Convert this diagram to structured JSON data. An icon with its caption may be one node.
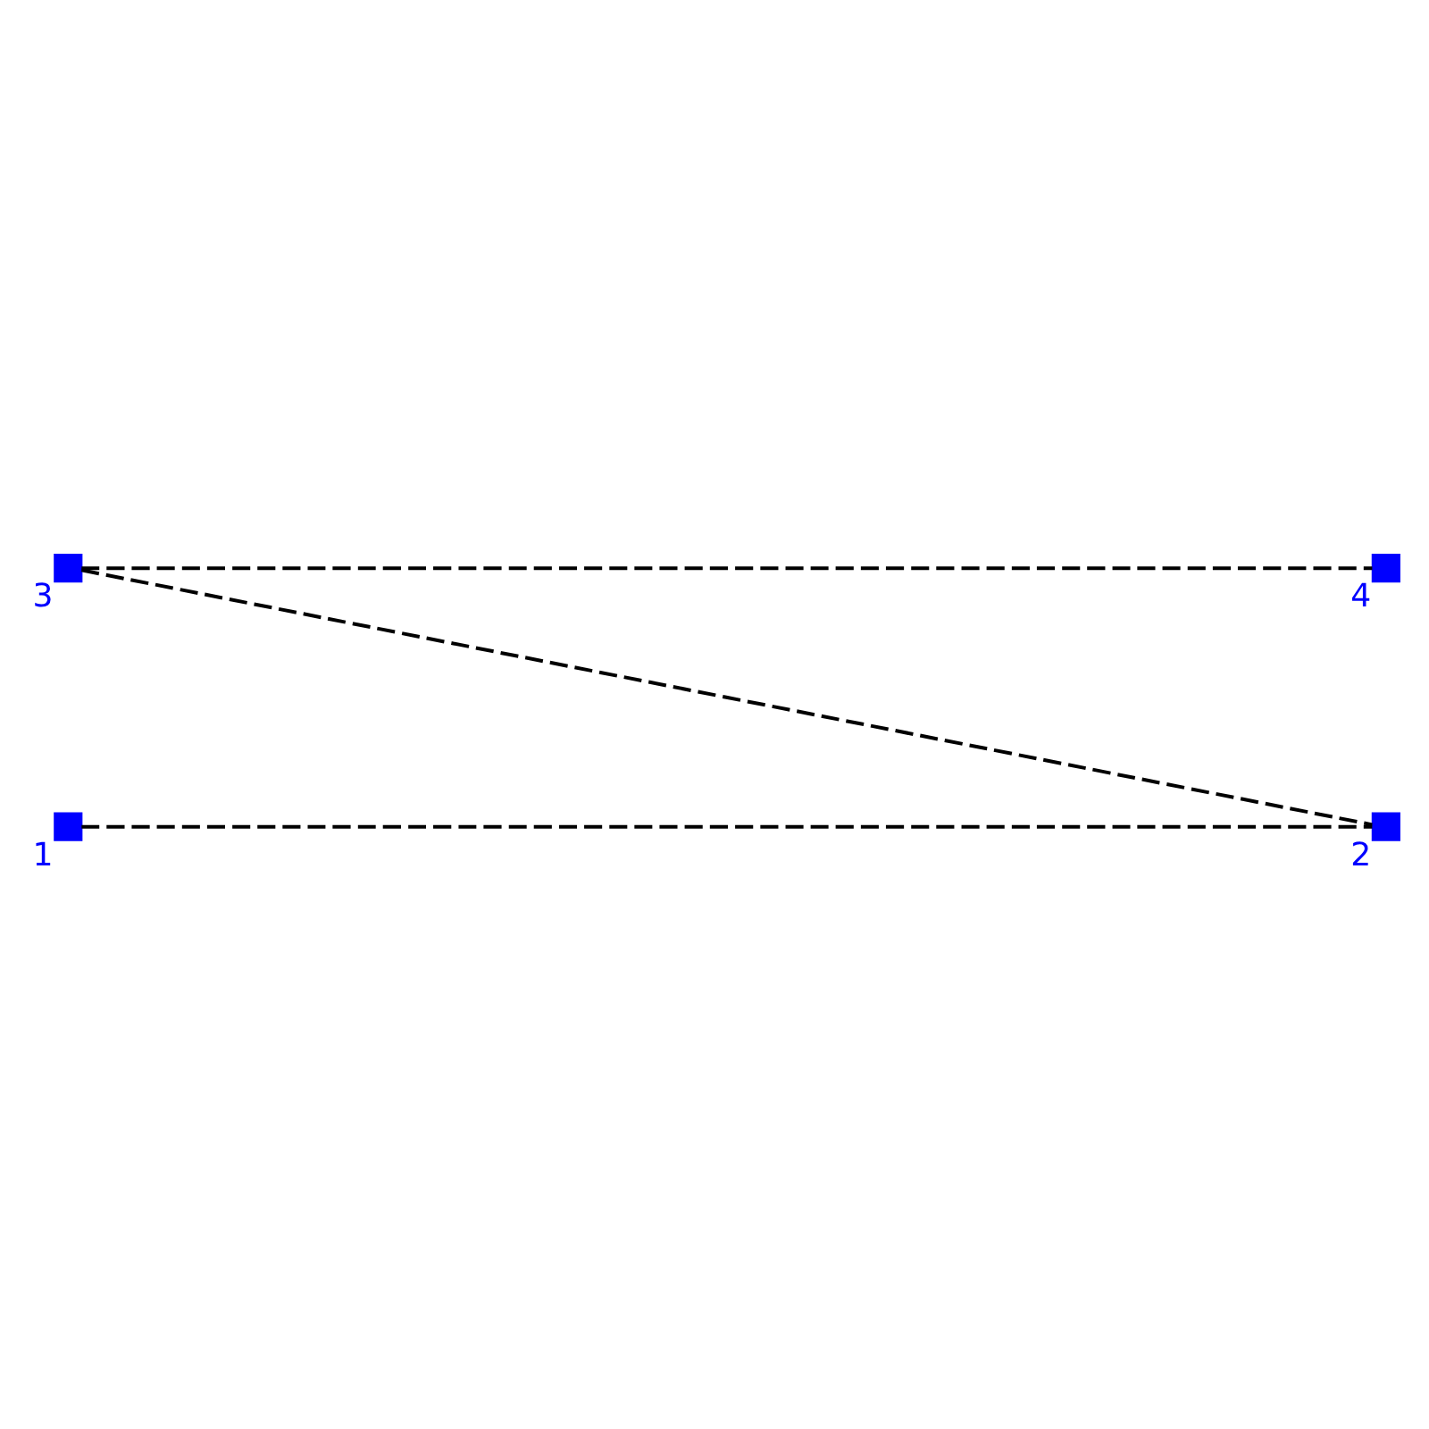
{
  "diagram": {
    "nodes": [
      {
        "text": [],
        "shape": "box",
        "beside": [
          "3"
        ]
      },
      {
        "text": [],
        "shape": "box",
        "beside": [
          "1"
        ]
      },
      {
        "text": [],
        "shape": "box",
        "beside": [
          "4"
        ]
      },
      {
        "text": [],
        "shape": "box",
        "beside": [
          "2"
        ]
      }
    ],
    "edges": [
      {
        "from": 1,
        "to": 3,
        "arrow": "none",
        "style": "dashed"
      },
      {
        "from": 0,
        "to": 3,
        "arrow": "none",
        "style": "dashed"
      },
      {
        "from": 0,
        "to": 2,
        "arrow": "none",
        "style": "dashed"
      }
    ]
  }
}
